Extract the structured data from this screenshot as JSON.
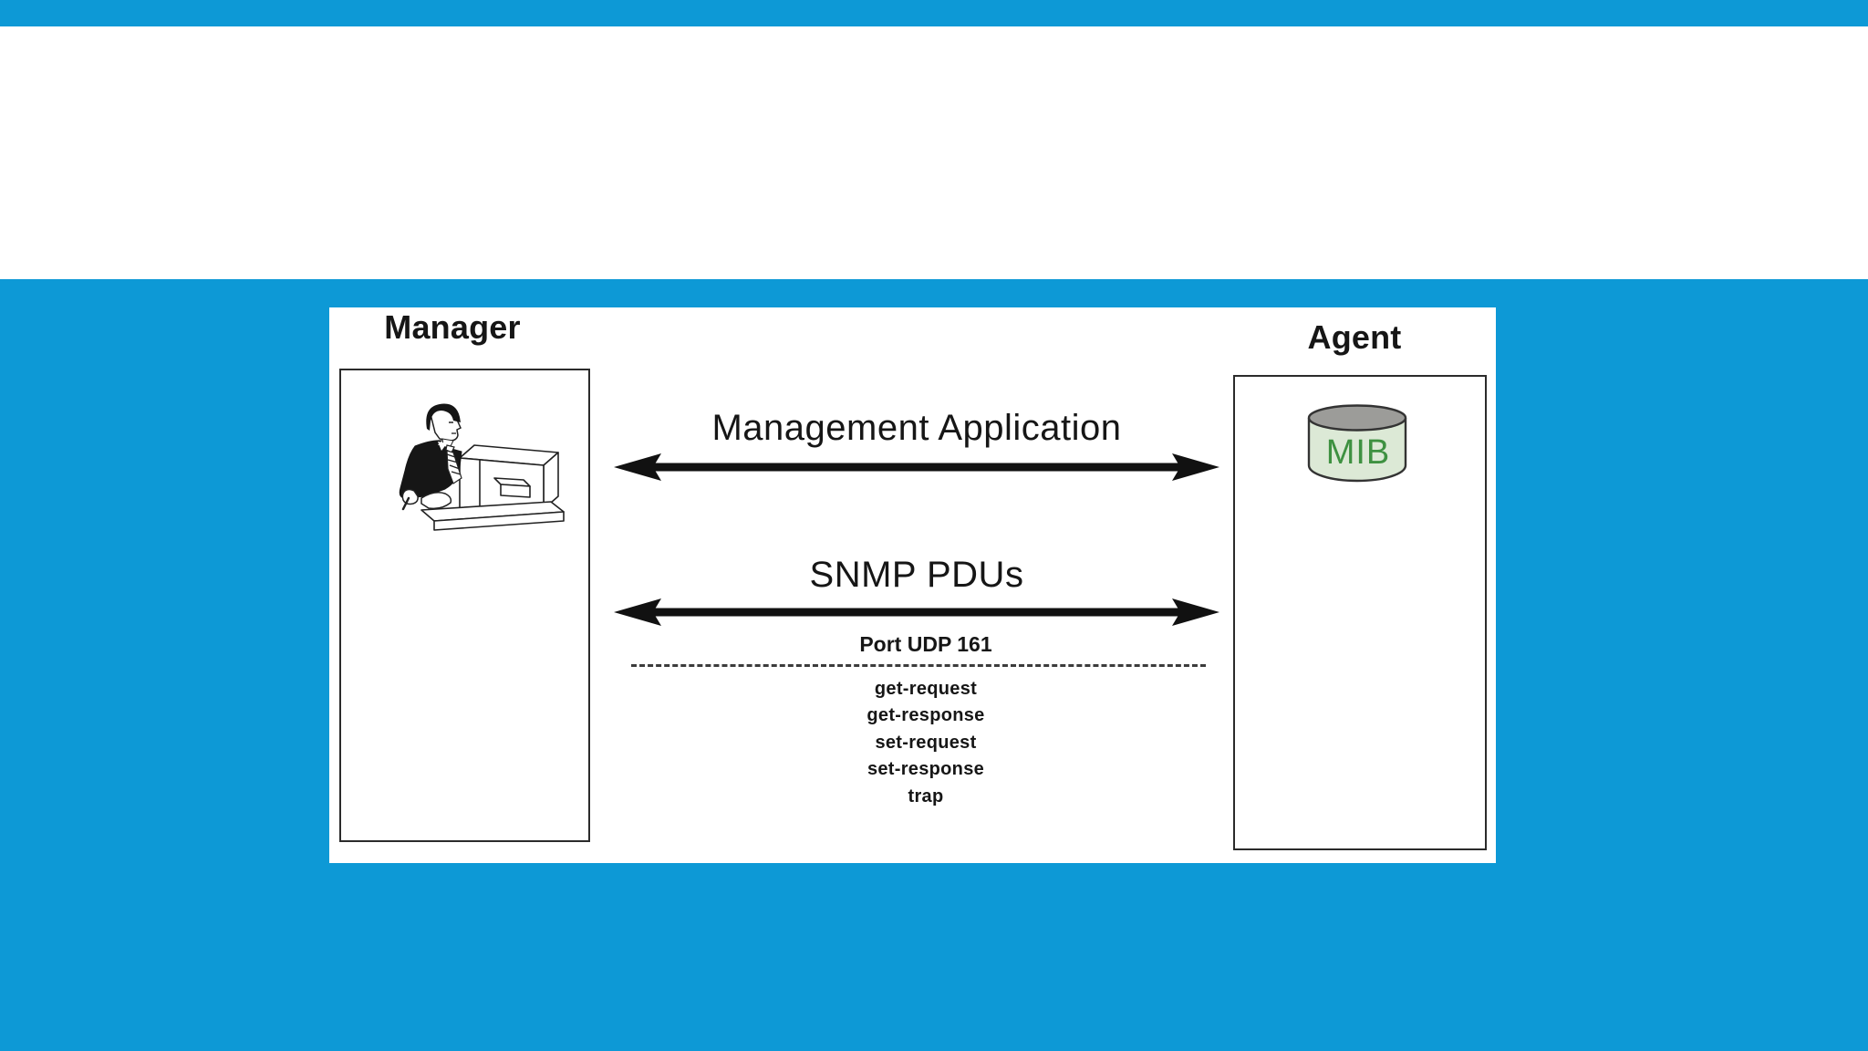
{
  "colors": {
    "background": "#0d99d6",
    "band": "#ffffff",
    "panel": "#ffffff",
    "ink": "#161616",
    "box_border": "#2b2b2b",
    "arrow": "#111111",
    "dashed_line": "#3c3c3c",
    "cylinder_body": "#dce9d6",
    "cylinder_top": "#9c9c99",
    "cylinder_outline": "#333333",
    "mib_green": "#3e9141"
  },
  "diagram": {
    "manager": {
      "label": "Manager",
      "icon": "person-at-computer-icon"
    },
    "agent": {
      "label": "Agent",
      "icon": "mib-cylinder-icon",
      "mib_label": "MIB"
    },
    "links": [
      {
        "label": "Management Application",
        "icon": "double-headed-arrow-icon"
      },
      {
        "label": "SNMP PDUs",
        "icon": "double-headed-arrow-icon"
      }
    ],
    "port_label": "Port UDP 161",
    "pdu_list": [
      "get-request",
      "get-response",
      "set-request",
      "set-response",
      "trap"
    ]
  }
}
